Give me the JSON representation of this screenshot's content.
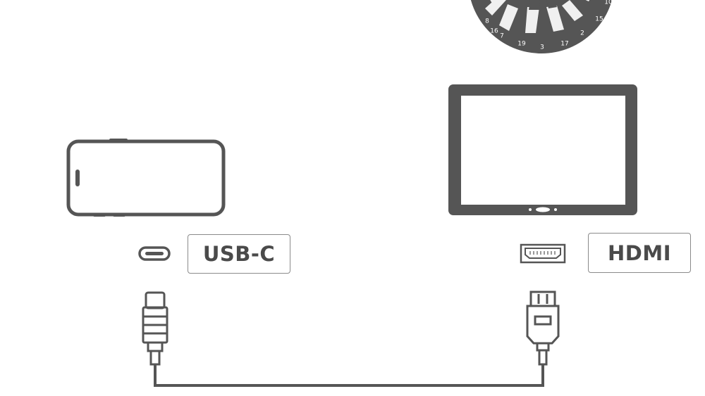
{
  "colors": {
    "device": "#555555",
    "board_dark": "#555555",
    "board_light": "#f0f0f0",
    "text": "#4a4a4a"
  },
  "labels": {
    "usbc": "USB-C",
    "hdmi": "HDMI"
  },
  "dartboard": {
    "visible_numbers": [
      "8",
      "16",
      "7",
      "19",
      "3",
      "17",
      "2",
      "15",
      "10"
    ]
  },
  "icons": {
    "phone": "smartphone-icon",
    "monitor": "monitor-icon",
    "usbc_port": "usb-c-port-icon",
    "hdmi_port": "hdmi-port-icon",
    "usbc_plug": "usb-c-plug-icon",
    "hdmi_plug": "hdmi-plug-icon",
    "cable": "cable-line"
  }
}
